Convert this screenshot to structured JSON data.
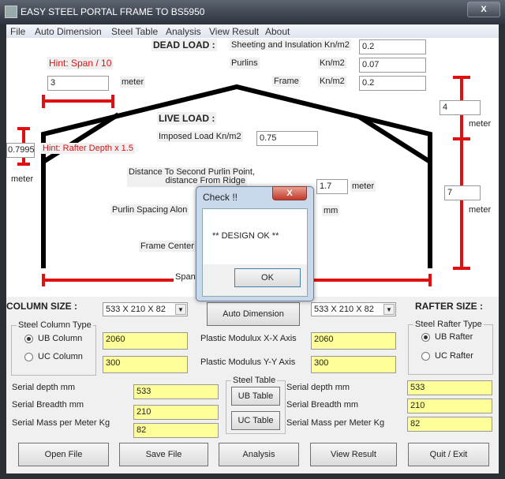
{
  "window": {
    "title": "EASY STEEL PORTAL FRAME TO BS5950",
    "close": "X"
  },
  "menu": [
    "File",
    "Auto Dimension",
    "Steel Table",
    "Analysis",
    "View Result",
    "About"
  ],
  "dead_load": {
    "heading": "DEAD LOAD :",
    "sheeting_label": "Sheeting and Insulation Kn/m2",
    "sheeting_value": "0.2",
    "purlins_label": "Purlins",
    "purlins_unit": "Kn/m2",
    "purlins_value": "0.07",
    "frame_label": "Frame",
    "frame_unit": "Kn/m2",
    "frame_value": "0.2"
  },
  "live_load": {
    "heading": "LIVE LOAD :",
    "imposed_label": "Imposed Load  Kn/m2",
    "imposed_value": "0.75"
  },
  "purlin": {
    "distance_label_1": "Distance To Second  Purlin Point,",
    "distance_label_2": "distance From Ridge",
    "distance_value": "1.7",
    "distance_unit": "meter",
    "spacing_label": "Purlin Spacing Alon",
    "spacing_unit": "mm",
    "frame_center_label": "Frame Center",
    "span_label": "Span"
  },
  "haunch": {
    "hint": "Hint: Span / 10",
    "value": "3",
    "unit": "meter"
  },
  "rafter_depth": {
    "hint": "Hint: Rafter Depth x 1.5",
    "value": "0.7995",
    "unit": "meter"
  },
  "right_dims": {
    "top_value": "4",
    "top_unit": "meter",
    "bottom_value": "7",
    "bottom_unit": "meter"
  },
  "colors": {
    "accent_red": "#e01010",
    "field_yellow": "#ffff99"
  },
  "dialog": {
    "title": "Check !!",
    "message": "** DESIGN OK **",
    "ok": "OK",
    "close": "X"
  },
  "column": {
    "heading": "COLUMN SIZE :",
    "size": "533 X 210 X 82",
    "type_group": "Steel Column Type",
    "ub": "UB Column",
    "uc": "UC Column",
    "selected": "UB Column",
    "zxx": "2060",
    "zyy": "300",
    "depth": "533",
    "breadth": "210",
    "mass": "82"
  },
  "rafter": {
    "heading": "RAFTER SIZE :",
    "size": "533 X 210 X 82",
    "type_group": "Steel Rafter Type",
    "ub": "UB Rafter",
    "uc": "UC Rafter",
    "selected": "UB Rafter",
    "zxx": "2060",
    "zyy": "300",
    "depth": "533",
    "breadth": "210",
    "mass": "82"
  },
  "labels": {
    "plastic_xx": "Plastic Modulux X-X Axis",
    "plastic_yy": "Plastic Modulus Y-Y Axis",
    "serial_depth": "Serial depth    mm",
    "serial_breadth": "Serial Breadth  mm",
    "serial_mass": "Serial Mass per Meter   Kg",
    "steel_table": "Steel Table",
    "ub_table": "UB Table",
    "uc_table": "UC Table",
    "auto_dimension": "Auto Dimension"
  },
  "buttons": {
    "open": "Open File",
    "save": "Save File",
    "analysis": "Analysis",
    "view": "View Result",
    "quit": "Quit / Exit"
  }
}
